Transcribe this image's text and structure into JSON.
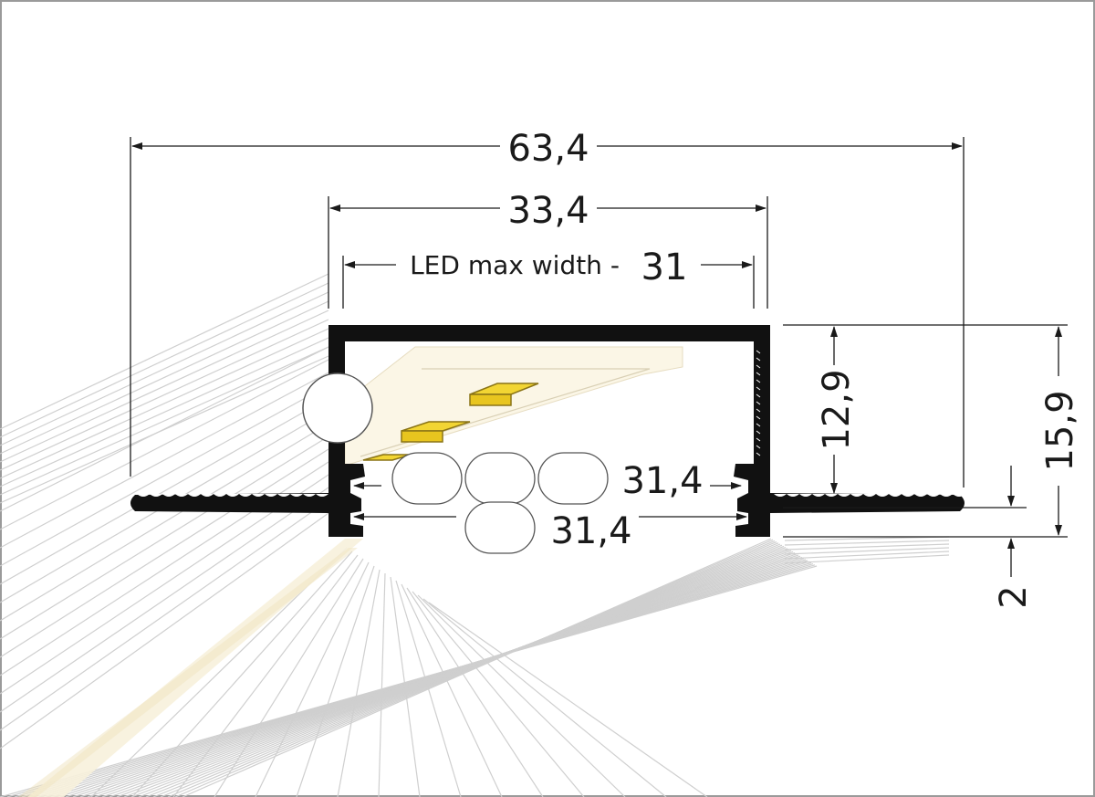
{
  "dimensions": {
    "overall_width": "63,4",
    "opening_width": "33,4",
    "led_label": "LED max width -",
    "led_width": "31",
    "inner_depth": "12,9",
    "total_height": "15,9",
    "flange_thickness": "2",
    "diffuser_width_upper": "31,4",
    "diffuser_width_lower": "31,4"
  },
  "colors": {
    "profile": "#111111",
    "led_chip": "#f2d533",
    "led_strip": "#fbf7ea",
    "glow": "#f5efd8",
    "lines": "#cfcfcf",
    "dim_lines": "#1a1a1a"
  }
}
